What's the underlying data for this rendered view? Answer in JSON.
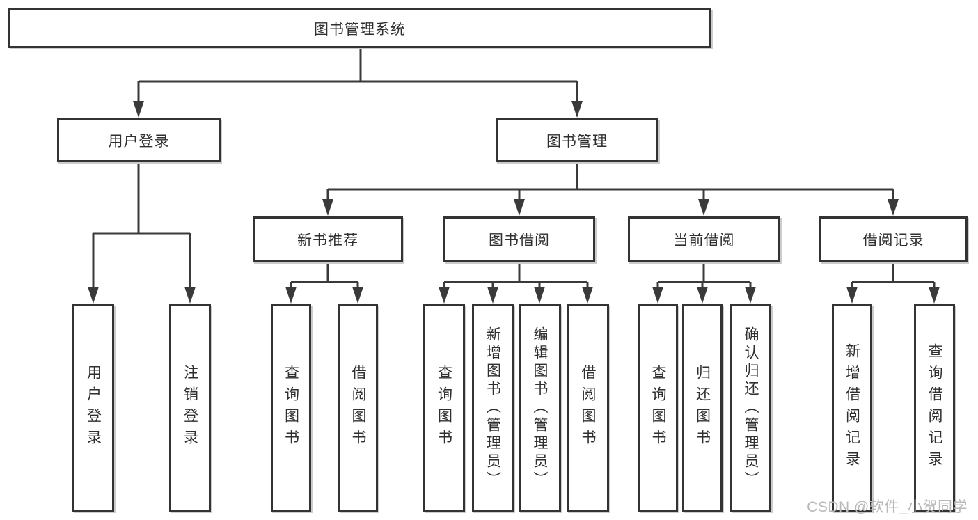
{
  "diagram": {
    "title": "图书管理系统",
    "nodes": {
      "root": "图书管理系统",
      "user_login": "用户登录",
      "book_management": "图书管理",
      "new_book_recommend": "新书推荐",
      "book_borrowing": "图书借阅",
      "current_borrowing": "当前借阅",
      "borrowing_records": "借阅记录",
      "leaf_user_login": "用户登录",
      "leaf_logout": "注销登录",
      "leaf_nbr_query_books": "查询图书",
      "leaf_nbr_borrow_books": "借阅图书",
      "leaf_bb_query_books": "查询图书",
      "leaf_bb_add_books": "新增图书（管理员）",
      "leaf_bb_edit_books": "编辑图书（管理员）",
      "leaf_bb_borrow_books": "借阅图书",
      "leaf_cb_query_books": "查询图书",
      "leaf_cb_return_books": "归还图书",
      "leaf_cb_confirm_return": "确认归还（管理员）",
      "leaf_br_add_record": "新增借阅记录",
      "leaf_br_query_record": "查询借阅记录"
    },
    "hierarchy": [
      {
        "parent": "root",
        "children": [
          "user_login",
          "book_management"
        ]
      },
      {
        "parent": "user_login",
        "children": [
          "leaf_user_login",
          "leaf_logout"
        ]
      },
      {
        "parent": "book_management",
        "children": [
          "new_book_recommend",
          "book_borrowing",
          "current_borrowing",
          "borrowing_records"
        ]
      },
      {
        "parent": "new_book_recommend",
        "children": [
          "leaf_nbr_query_books",
          "leaf_nbr_borrow_books"
        ]
      },
      {
        "parent": "book_borrowing",
        "children": [
          "leaf_bb_query_books",
          "leaf_bb_add_books",
          "leaf_bb_edit_books",
          "leaf_bb_borrow_books"
        ]
      },
      {
        "parent": "current_borrowing",
        "children": [
          "leaf_cb_query_books",
          "leaf_cb_return_books",
          "leaf_cb_confirm_return"
        ]
      },
      {
        "parent": "borrowing_records",
        "children": [
          "leaf_br_add_record",
          "leaf_br_query_record"
        ]
      }
    ]
  },
  "watermark": {
    "text": "CSDN @软件_小贺同学"
  },
  "colors": {
    "line": "#3a3a3a",
    "border": "#333333",
    "background": "#ffffff",
    "text": "#2f2f2f",
    "watermark": "#b8b8b8"
  }
}
